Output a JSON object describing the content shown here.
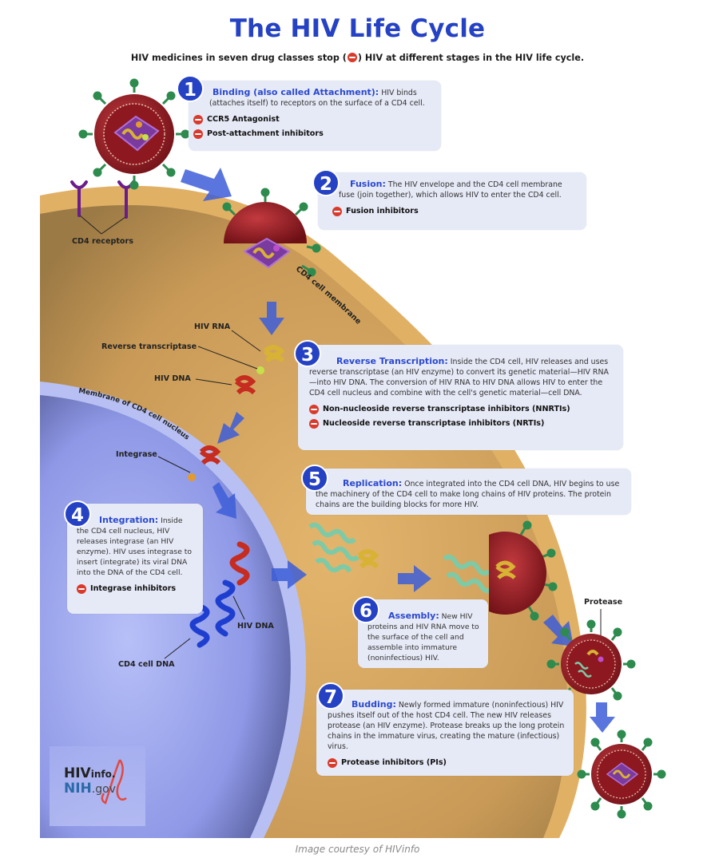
{
  "header": {
    "title": "The HIV Life Cycle",
    "subtitle_before": "HIV medicines in seven drug classes stop (",
    "subtitle_after": ") HIV at different stages in the HIV life cycle.",
    "stop_icon": "stop-sign-icon"
  },
  "colors": {
    "title_blue": "#2541c4",
    "stage_heading_blue": "#2a49cf",
    "stop_red": "#d93a2b",
    "cell_tan": "#c99a57",
    "membrane_tan": "#e0b065",
    "nucleus_blue": "#8e98e6",
    "virus_red": "#9c1b24",
    "spike_green": "#2e8b4e",
    "receptor_purple": "#6a1d8a",
    "box_bg": "#e6e9f6"
  },
  "stages": [
    {
      "number": "1",
      "heading": "Binding (also called Attachment):",
      "description": "HIV binds (attaches itself) to receptors on the surface of a CD4 cell.",
      "drugs": [
        "CCR5 Antagonist",
        "Post-attachment inhibitors"
      ]
    },
    {
      "number": "2",
      "heading": "Fusion:",
      "description": "The HIV envelope and the CD4 cell membrane fuse (join together), which allows HIV to enter the CD4 cell.",
      "drugs": [
        "Fusion inhibitors"
      ]
    },
    {
      "number": "3",
      "heading": "Reverse Transcription:",
      "description": "Inside the CD4 cell, HIV releases and uses reverse transcriptase (an HIV enzyme) to convert its genetic material—HIV RNA—into HIV DNA. The conversion of HIV RNA to HIV DNA allows HIV to enter the CD4 cell nucleus and combine with the cell's genetic material—cell DNA.",
      "drugs": [
        "Non-nucleoside reverse transcriptase inhibitors (NNRTIs)",
        "Nucleoside reverse transcriptase inhibitors (NRTIs)"
      ]
    },
    {
      "number": "4",
      "heading": "Integration:",
      "description": "Inside the CD4 cell nucleus, HIV releases integrase (an HIV enzyme). HIV uses integrase to insert (integrate) its viral DNA into the DNA of the CD4 cell.",
      "drugs": [
        "Integrase inhibitors"
      ]
    },
    {
      "number": "5",
      "heading": "Replication:",
      "description": "Once integrated into the CD4 cell DNA, HIV begins to use the machinery of the CD4 cell to make long chains of HIV proteins. The protein chains are the building blocks for more HIV.",
      "drugs": []
    },
    {
      "number": "6",
      "heading": "Assembly:",
      "description": "New HIV proteins and HIV RNA move to the surface of the cell and assemble into immature (noninfectious) HIV.",
      "drugs": []
    },
    {
      "number": "7",
      "heading": "Budding:",
      "description": "Newly formed immature (noninfectious) HIV pushes itself out of the host CD4 cell. The new HIV releases protease (an HIV enzyme). Protease breaks up the long protein chains in the immature virus, creating the mature (infectious) virus.",
      "drugs": [
        "Protease inhibitors (PIs)"
      ]
    }
  ],
  "labels": {
    "cd4_receptors": "CD4 receptors",
    "cd4_cell_membrane": "CD4 cell membrane",
    "hiv_rna": "HIV RNA",
    "reverse_transcriptase": "Reverse transcriptase",
    "hiv_dna_top": "HIV DNA",
    "nucleus_membrane": "Membrane of CD4 cell nucleus",
    "integrase": "Integrase",
    "hiv_dna_nucleus": "HIV DNA",
    "cd4_cell_dna": "CD4 cell DNA",
    "protease": "Protease"
  },
  "logo": {
    "line1_main": "HIV",
    "line1_small": "info.",
    "line2_main": "NIH",
    "line2_small": ".gov"
  },
  "credit": "Image courtesy of HIVinfo"
}
